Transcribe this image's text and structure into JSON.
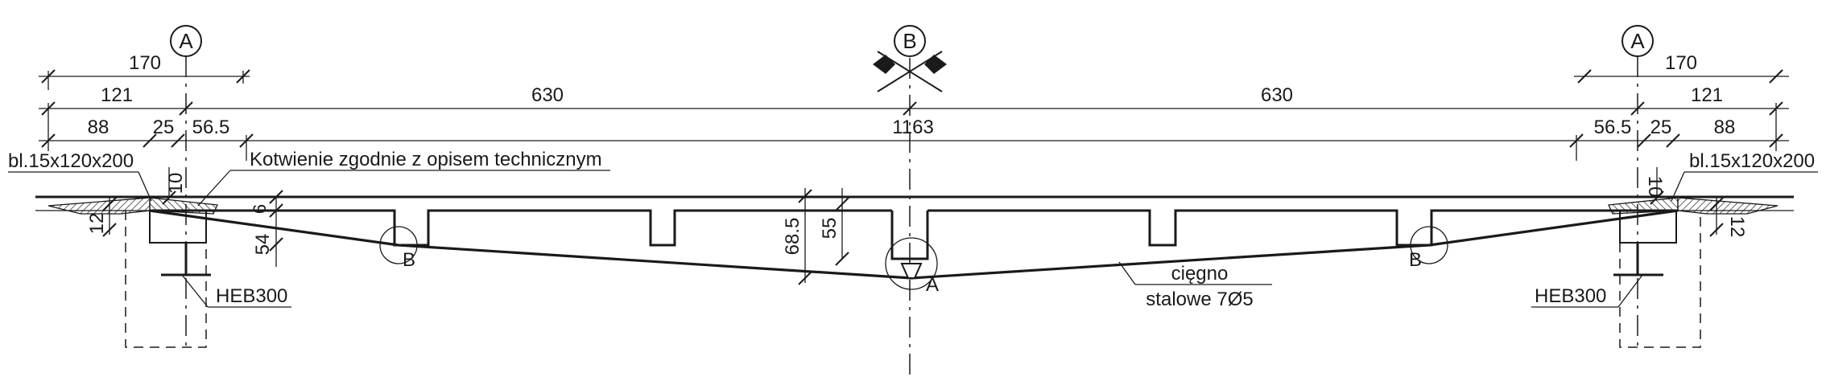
{
  "axis_labels": {
    "left": "A",
    "center": "B",
    "right": "A"
  },
  "dimensions": {
    "left_170": "170",
    "left_121": "121",
    "left_88": "88",
    "left_25": "25",
    "left_56_5": "56.5",
    "mid_630_left": "630",
    "mid_630_right": "630",
    "total_1163": "1163",
    "right_170": "170",
    "right_121": "121",
    "right_88": "88",
    "right_25": "25",
    "right_56_5": "56.5",
    "left_10": "10",
    "left_12": "12",
    "left_6": "6",
    "left_54": "54",
    "center_68_5": "68.5",
    "center_55": "55",
    "right_10": "10",
    "right_12": "12"
  },
  "labels": {
    "plate_left": "bl.15x120x200",
    "plate_right": "bl.15x120x200",
    "anchorage": "Kotwienie zgodnie z opisem technicznym",
    "heb_left": "HEB300",
    "heb_right": "HEB300",
    "cable_line1": "cięgno",
    "cable_line2": "stalowe 7Ø5",
    "detail_b_left": "B",
    "detail_a_center": "A",
    "detail_b_right": "B"
  },
  "colors": {
    "ink": "#1a1a1a",
    "background": "#ffffff"
  }
}
